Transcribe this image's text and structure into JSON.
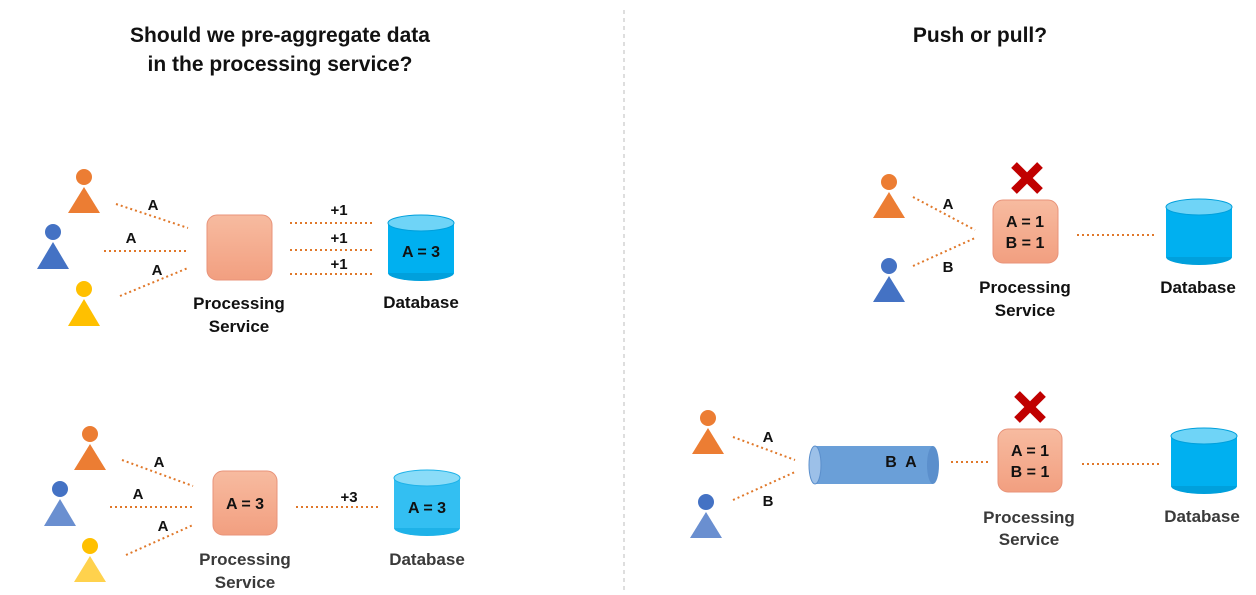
{
  "left": {
    "title_line1": "Should we pre-aggregate data",
    "title_line2": "in the processing service?",
    "top": {
      "user_labels": [
        "A",
        "A",
        "A"
      ],
      "increments": [
        "+1",
        "+1",
        "+1"
      ],
      "service_line1": "Processing",
      "service_line2": "Service",
      "database_value": "A = 3",
      "database_label": "Database"
    },
    "bottom": {
      "user_labels": [
        "A",
        "A",
        "A"
      ],
      "service_value": "A = 3",
      "increment": "+3",
      "service_line1": "Processing",
      "service_line2": "Service",
      "database_value": "A = 3",
      "database_label": "Database"
    }
  },
  "right": {
    "title": "Push or pull?",
    "top": {
      "user_labels": [
        "A",
        "B"
      ],
      "service_line_a": "A = 1",
      "service_line_b": "B = 1",
      "service_line1": "Processing",
      "service_line2": "Service",
      "database_label": "Database"
    },
    "bottom": {
      "user_labels": [
        "A",
        "B"
      ],
      "queue_text": "B  A",
      "service_line_a": "A = 1",
      "service_line_b": "B = 1",
      "service_line1": "Processing",
      "service_line2": "Service",
      "database_label": "Database"
    }
  },
  "colors": {
    "orange_user": "#ec7d33",
    "blue_user": "#4472c4",
    "yellow_user": "#ffc000",
    "service_fill": "#f4ab8e",
    "database_fill": "#00b0f0",
    "queue_fill": "#6a9fd8",
    "cross": "#c00000",
    "connector": "#e0782a"
  }
}
